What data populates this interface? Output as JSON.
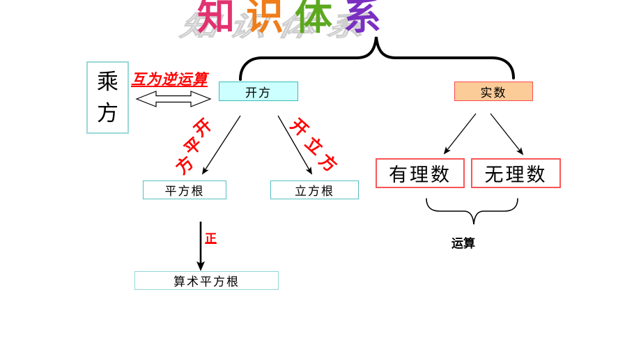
{
  "title": {
    "text": "知识体系",
    "char_colors": [
      "#e23270",
      "#ef7d1a",
      "#5ca81e",
      "#7a2fc2"
    ],
    "shadow_color": "#c6c6c6"
  },
  "nodes": {
    "chengfang": "乘方",
    "kaifang": "开方",
    "shishu": "实数",
    "pingfanggen": "平方根",
    "lifanggen": "立方根",
    "suanshu_pingfanggen": "算术平方根",
    "youlishu": "有理数",
    "wulishu": "无理数"
  },
  "labels": {
    "inverse_operation": "互为逆运算",
    "kai_ping_fang": "开平方",
    "kai_li_fang": "开立方",
    "zheng": "正",
    "yunsuan": "运算"
  },
  "colors": {
    "annotation_red": "#ff0000",
    "kaifang_fill": "#ccffff",
    "kaifang_border": "#33bcbc",
    "shishu_fill": "#fbcb98",
    "red_box_border": "#f85555",
    "teal_border": "#55c0c0",
    "light_teal_border": "#93d7d7",
    "connector_black": "#000000"
  }
}
